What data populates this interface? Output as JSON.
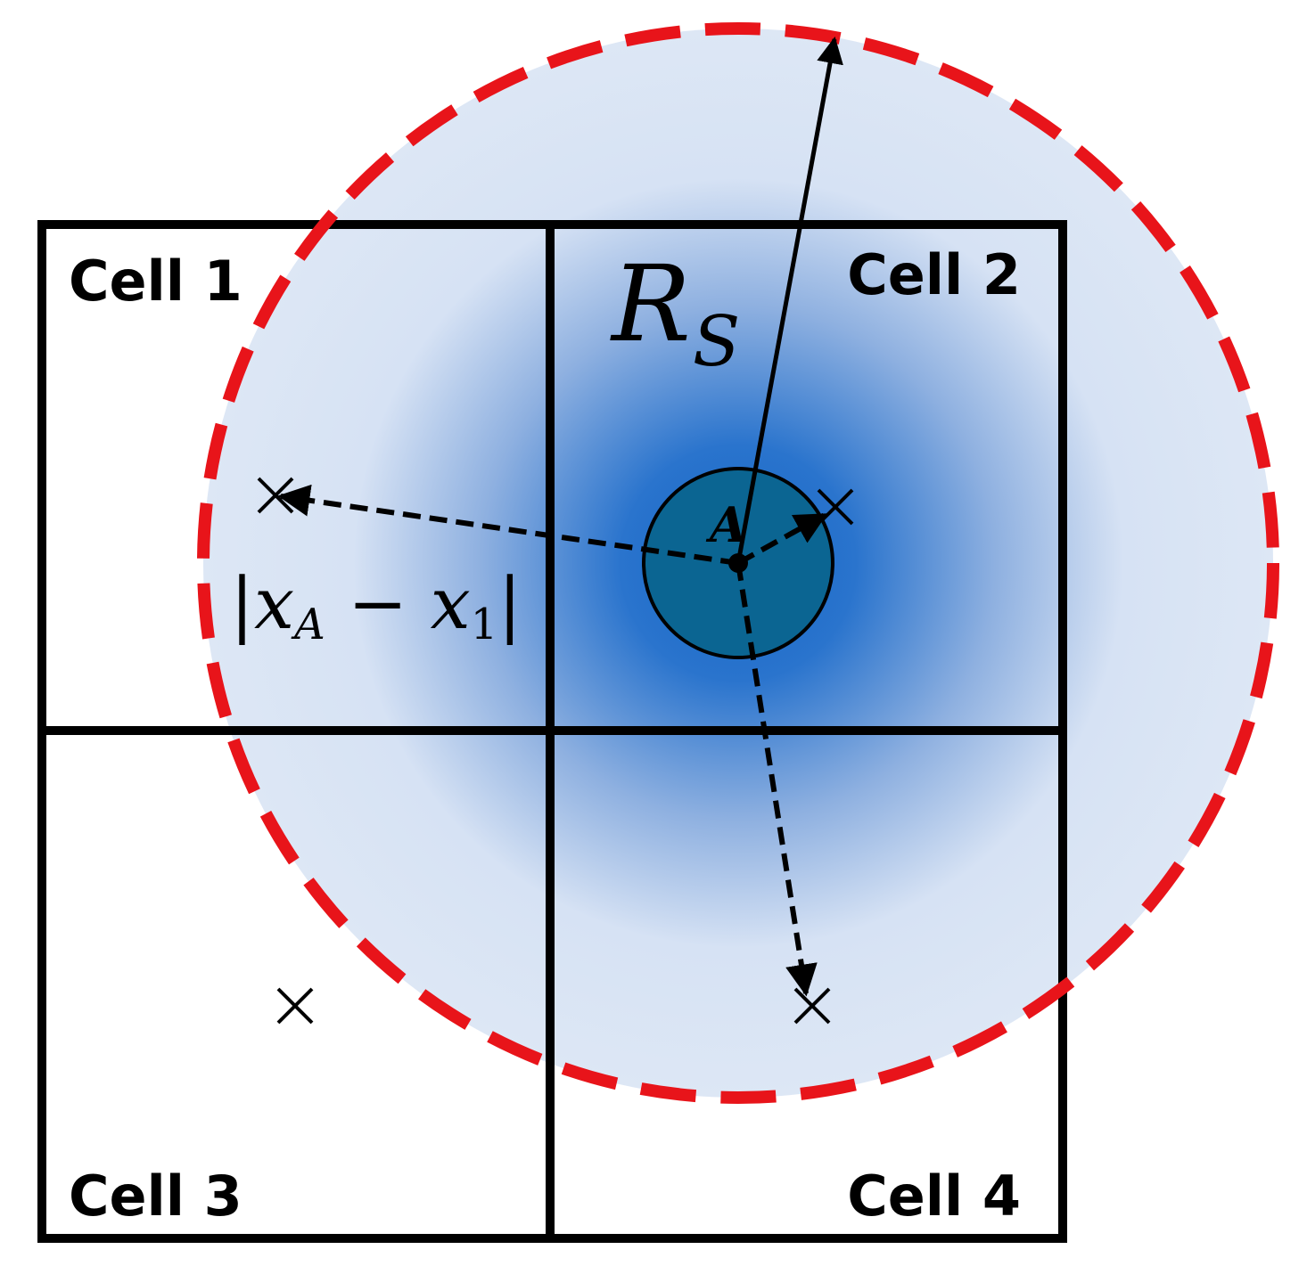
{
  "cells": [
    {
      "label": "Cell 1"
    },
    {
      "label": "Cell 2"
    },
    {
      "label": "Cell 3"
    },
    {
      "label": "Cell 4"
    }
  ],
  "labels": {
    "radius_main": "R",
    "radius_sub": "S",
    "particle": "A",
    "distance_bar_left": "|",
    "distance_x_a": "x",
    "distance_sub_a": "A",
    "distance_minus": " − ",
    "distance_x_1": "x",
    "distance_sub_1": "1",
    "distance_bar_right": "|"
  },
  "colors": {
    "cutoff_circle": "#e8141a",
    "density_center": "#1565c8",
    "density_edge": "#dde7f5",
    "particle_fill": "#0b6592",
    "grid": "#000000"
  }
}
